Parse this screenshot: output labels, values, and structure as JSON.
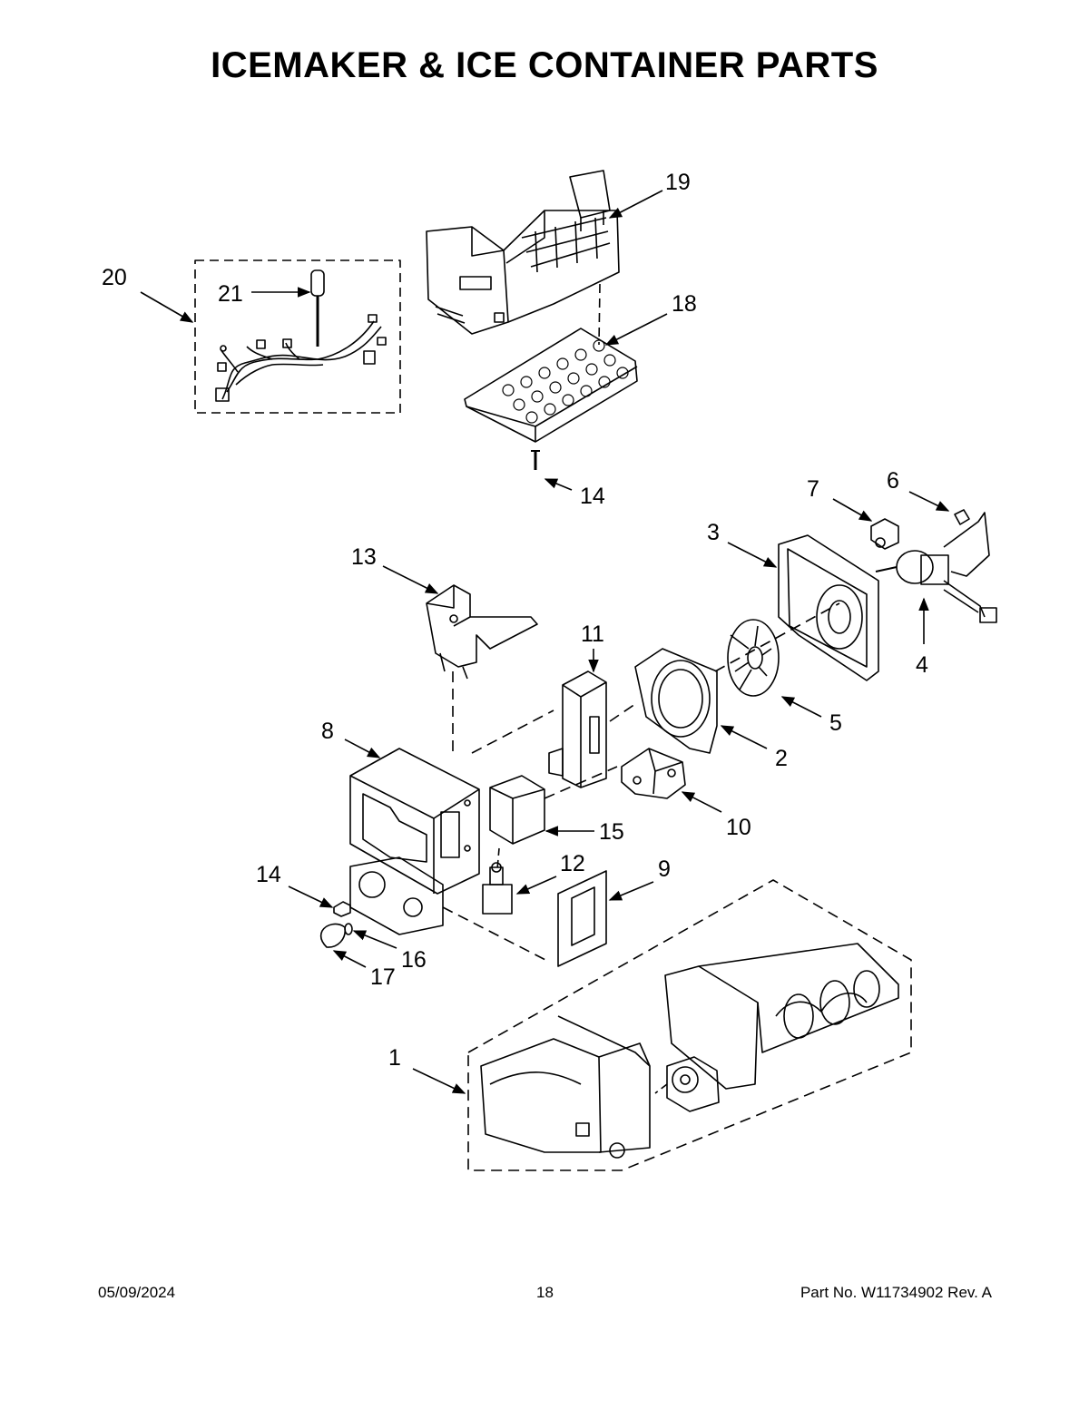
{
  "title": "ICEMAKER & ICE CONTAINER PARTS",
  "callouts": {
    "c1": "1",
    "c2": "2",
    "c3": "3",
    "c4": "4",
    "c5": "5",
    "c6": "6",
    "c7": "7",
    "c8": "8",
    "c9": "9",
    "c10": "10",
    "c11": "11",
    "c12": "12",
    "c13": "13",
    "c14a": "14",
    "c14b": "14",
    "c15": "15",
    "c16": "16",
    "c17": "17",
    "c18": "18",
    "c19": "19",
    "c20": "20",
    "c21": "21"
  },
  "footer": {
    "date": "05/09/2024",
    "page": "18",
    "part": "Part No.  W11734902  Rev.  A"
  }
}
